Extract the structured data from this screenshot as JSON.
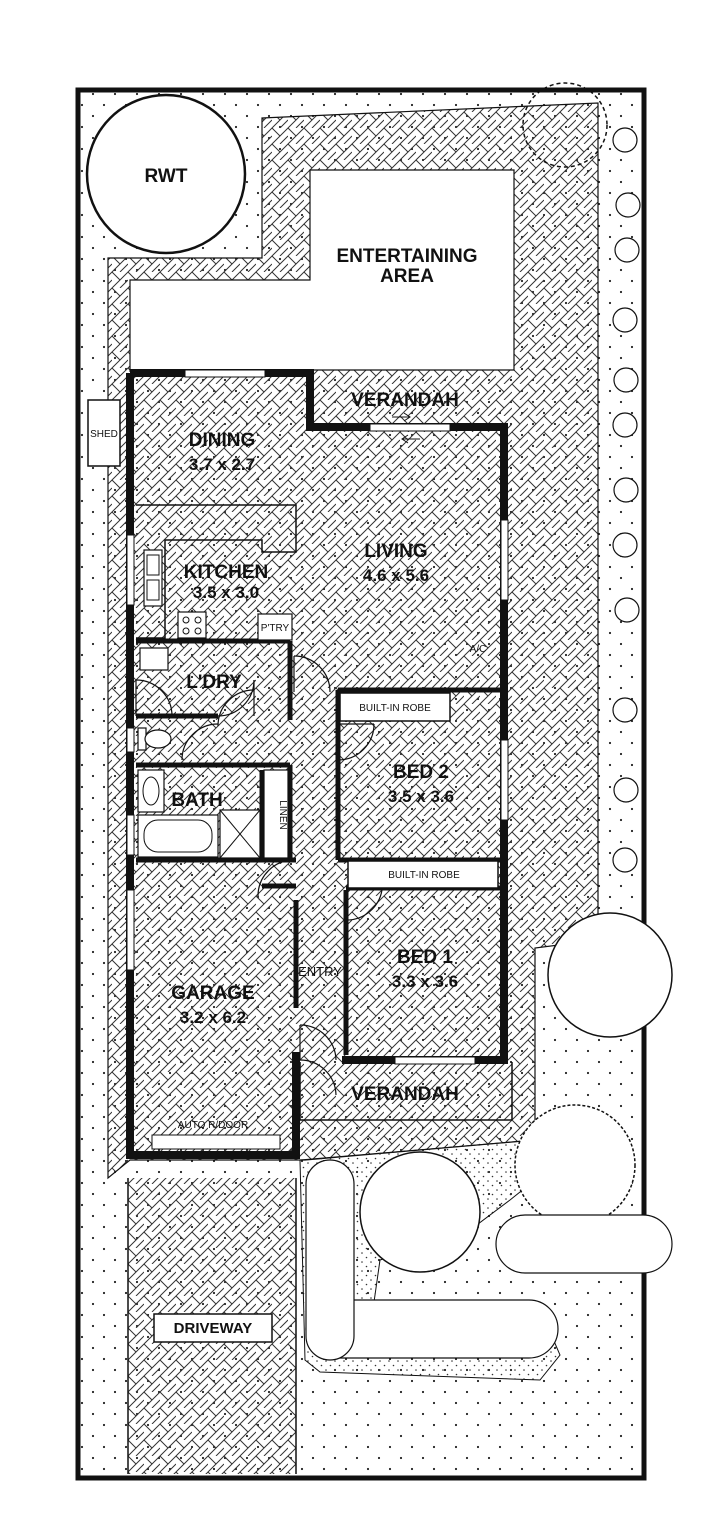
{
  "plan": {
    "rwt": "RWT",
    "entertaining": [
      "ENTERTAINING",
      "AREA"
    ],
    "verandah_top": "VERANDAH",
    "verandah_front": "VERANDAH",
    "shed": "SHED",
    "dining": {
      "name": "DINING",
      "size": "3.7 x 2.7"
    },
    "kitchen": {
      "name": "KITCHEN",
      "size": "3.5 x 3.0"
    },
    "pantry": "P'TRY",
    "living": {
      "name": "LIVING",
      "size": "4.6 x 5.6"
    },
    "ac": "A/C",
    "laundry": "L'DRY",
    "bath": "BATH",
    "linen": "LINEN",
    "bed2": {
      "name": "BED 2",
      "size": "3.5 x 3.6",
      "robe": "BUILT-IN ROBE"
    },
    "bed1": {
      "name": "BED 1",
      "size": "3.3 x 3.6",
      "robe": "BUILT-IN ROBE"
    },
    "entry": "ENTRY",
    "garage": {
      "name": "GARAGE",
      "size": "3.2 x 6.2",
      "door": "AUTO R/DOOR"
    },
    "driveway": "DRIVEWAY"
  },
  "colors": {
    "line": "#111111",
    "paper": "#ffffff"
  },
  "icons": [
    "door-swing-icon",
    "sliding-door-icon",
    "stove-icon",
    "sink-icon",
    "toilet-icon",
    "bathtub-icon",
    "shower-icon",
    "tree-icon",
    "shrub-icon"
  ]
}
